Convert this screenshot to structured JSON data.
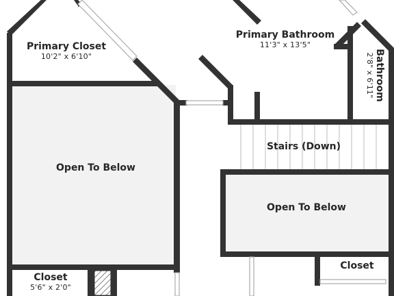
{
  "plan": {
    "rooms": {
      "primary_closet": {
        "name": "Primary Closet",
        "dims": "10'2\" x 6'10\""
      },
      "primary_bathroom": {
        "name": "Primary Bathroom",
        "dims": "11'3\" x 13'5\""
      },
      "bathroom": {
        "name": "Bathroom",
        "dims": "2'8\" x 6'11\""
      },
      "stairs": {
        "name": "Stairs (Down)"
      },
      "open_left": {
        "name": "Open To Below"
      },
      "open_right": {
        "name": "Open To Below"
      },
      "closet_left": {
        "name": "Closet",
        "dims": "5'6\" x 2'0\""
      },
      "closet_right": {
        "name": "Closet"
      }
    },
    "colors": {
      "wall": "#333333",
      "room_fill": "#ffffff",
      "open_fill": "#f2f2f2",
      "stair_line": "#bbbbbb"
    }
  }
}
